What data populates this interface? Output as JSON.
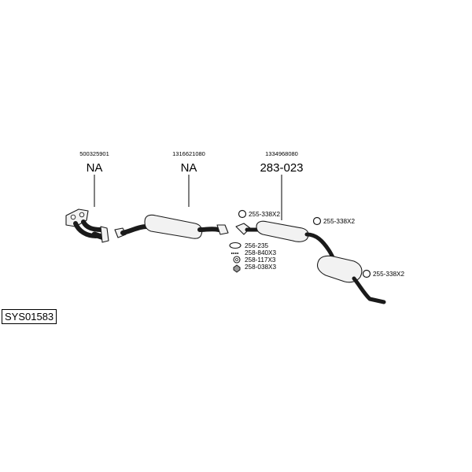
{
  "diagram_id": "SYS01583",
  "sections": [
    {
      "oem": "500325901",
      "code": "NA"
    },
    {
      "oem": "1316621080",
      "code": "NA"
    },
    {
      "oem": "1334968080",
      "code": "283-023"
    }
  ],
  "hardware": {
    "clamp_1": "255-338X2",
    "clamp_2": "255-338X2",
    "clamp_3": "255-338X2",
    "gasket": "256-235",
    "spring": "258-840X3",
    "washer": "258-117X3",
    "nut": "258-038X3"
  }
}
